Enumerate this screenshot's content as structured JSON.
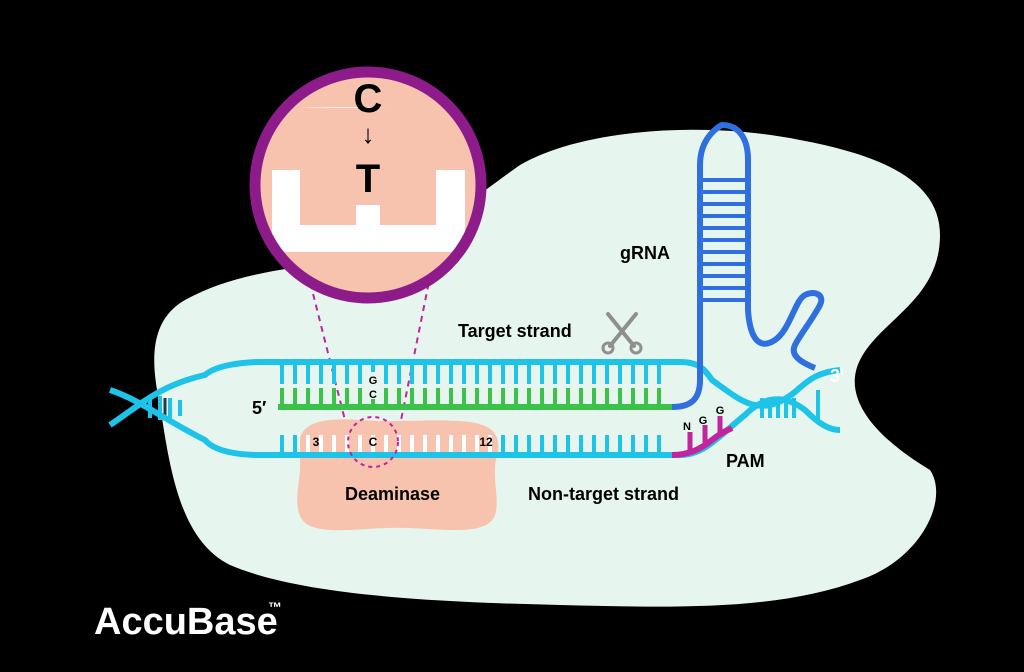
{
  "colors": {
    "background": "#000000",
    "cell": "#e6f6ee",
    "strand": "#1ec3e8",
    "grna": "#2f6fe0",
    "green_strand": "#3cc14b",
    "pam": "#c2249e",
    "deaminase": "#f7c3ae",
    "ring": "#8e1b8a"
  },
  "zoom": {
    "top_base": "C",
    "arrow": "↓",
    "bottom_base": "T"
  },
  "labels": {
    "target_strand": "Target strand",
    "non_target_strand": "Non-target strand",
    "grna": "gRNA",
    "pam": "PAM",
    "deaminase": "Deaminase",
    "five_prime": "5′",
    "three_prime": "3′",
    "pair_g": "G",
    "pair_c": "C",
    "edit_c": "C",
    "pos_start": "3",
    "pos_end": "12",
    "pam_n": "N",
    "pam_g1": "G",
    "pam_g2": "G"
  },
  "brand": {
    "name": "AccuBase",
    "mark": "™"
  }
}
